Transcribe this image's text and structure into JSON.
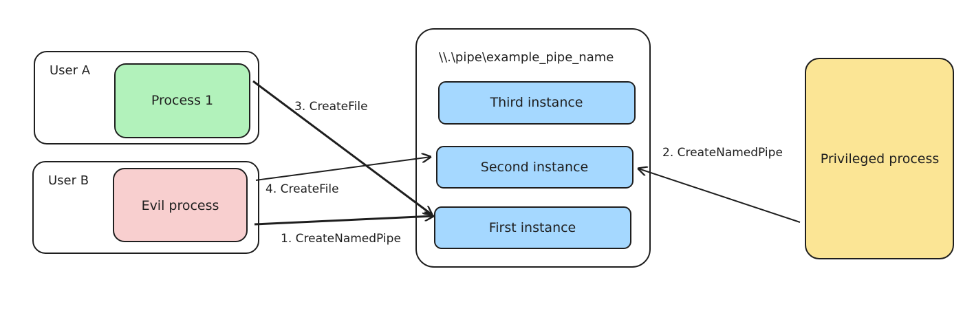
{
  "groups": {
    "user_a": "User A",
    "user_b": "User B",
    "pipe": "\\\\.\\pipe\\example_pipe_name"
  },
  "processes": {
    "process1": "Process 1",
    "evil": "Evil process",
    "privileged": "Privileged process"
  },
  "instances": {
    "third": "Third instance",
    "second": "Second instance",
    "first": "First instance"
  },
  "edges": {
    "e1": "1. CreateNamedPipe",
    "e2": "2. CreateNamedPipe",
    "e3": "3. CreateFile",
    "e4": "4. CreateFile"
  },
  "colors": {
    "process1_fill": "#b2f2bb",
    "evil_fill": "#f8cfcf",
    "instance_fill": "#a5d8ff",
    "privileged_fill": "#fbe595",
    "stroke": "#1e1e1e"
  }
}
